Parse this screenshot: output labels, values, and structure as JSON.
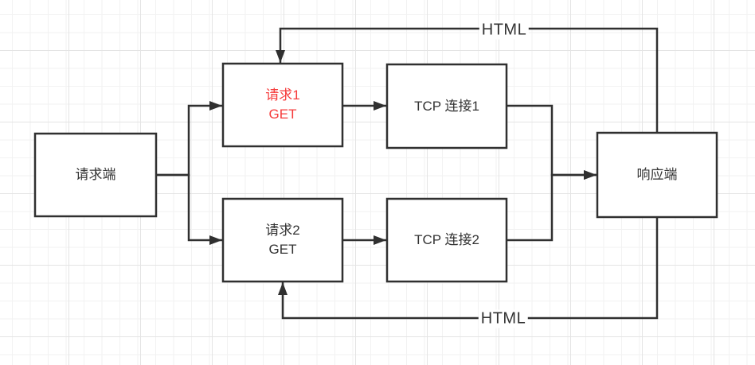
{
  "nodes": {
    "requester": {
      "label": "请求端"
    },
    "request1": {
      "title": "请求1",
      "subtitle": "GET"
    },
    "request2": {
      "title": "请求2",
      "subtitle": "GET"
    },
    "tcp1": {
      "label": "TCP 连接1"
    },
    "tcp2": {
      "label": "TCP 连接2"
    },
    "responder": {
      "label": "响应端"
    }
  },
  "edge_labels": {
    "html_top": "HTML",
    "html_bottom": "HTML"
  },
  "colors": {
    "line": "#303030",
    "text": "#333333",
    "accent_red": "#f63b3b",
    "node_fill": "#ffffff",
    "grid_minor": "#f2f2f2",
    "grid_major": "#e4e4e4",
    "canvas_bg": "#ffffff"
  }
}
